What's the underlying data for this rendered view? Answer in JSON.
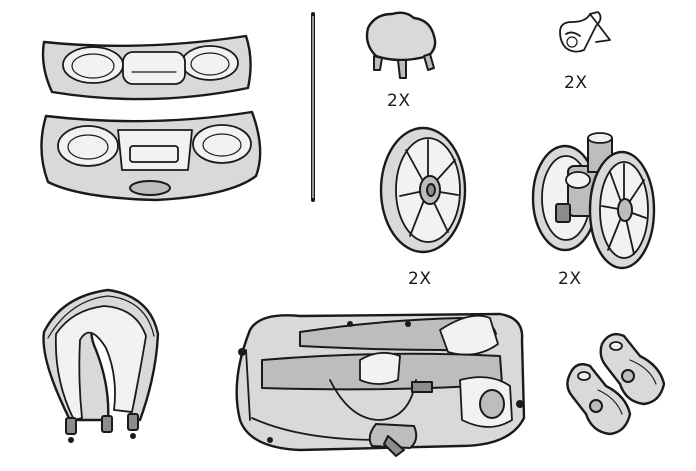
{
  "labels": {
    "clip_qty": "2X",
    "pin_qty": "2X",
    "rear_wheel_qty": "2X",
    "front_wheel_qty": "2X"
  },
  "colors": {
    "stroke": "#1a1a1a",
    "fill_light": "#d9d9d9",
    "fill_mid": "#bdbdbd",
    "fill_dark": "#8c8c8c",
    "background": "#ffffff"
  }
}
